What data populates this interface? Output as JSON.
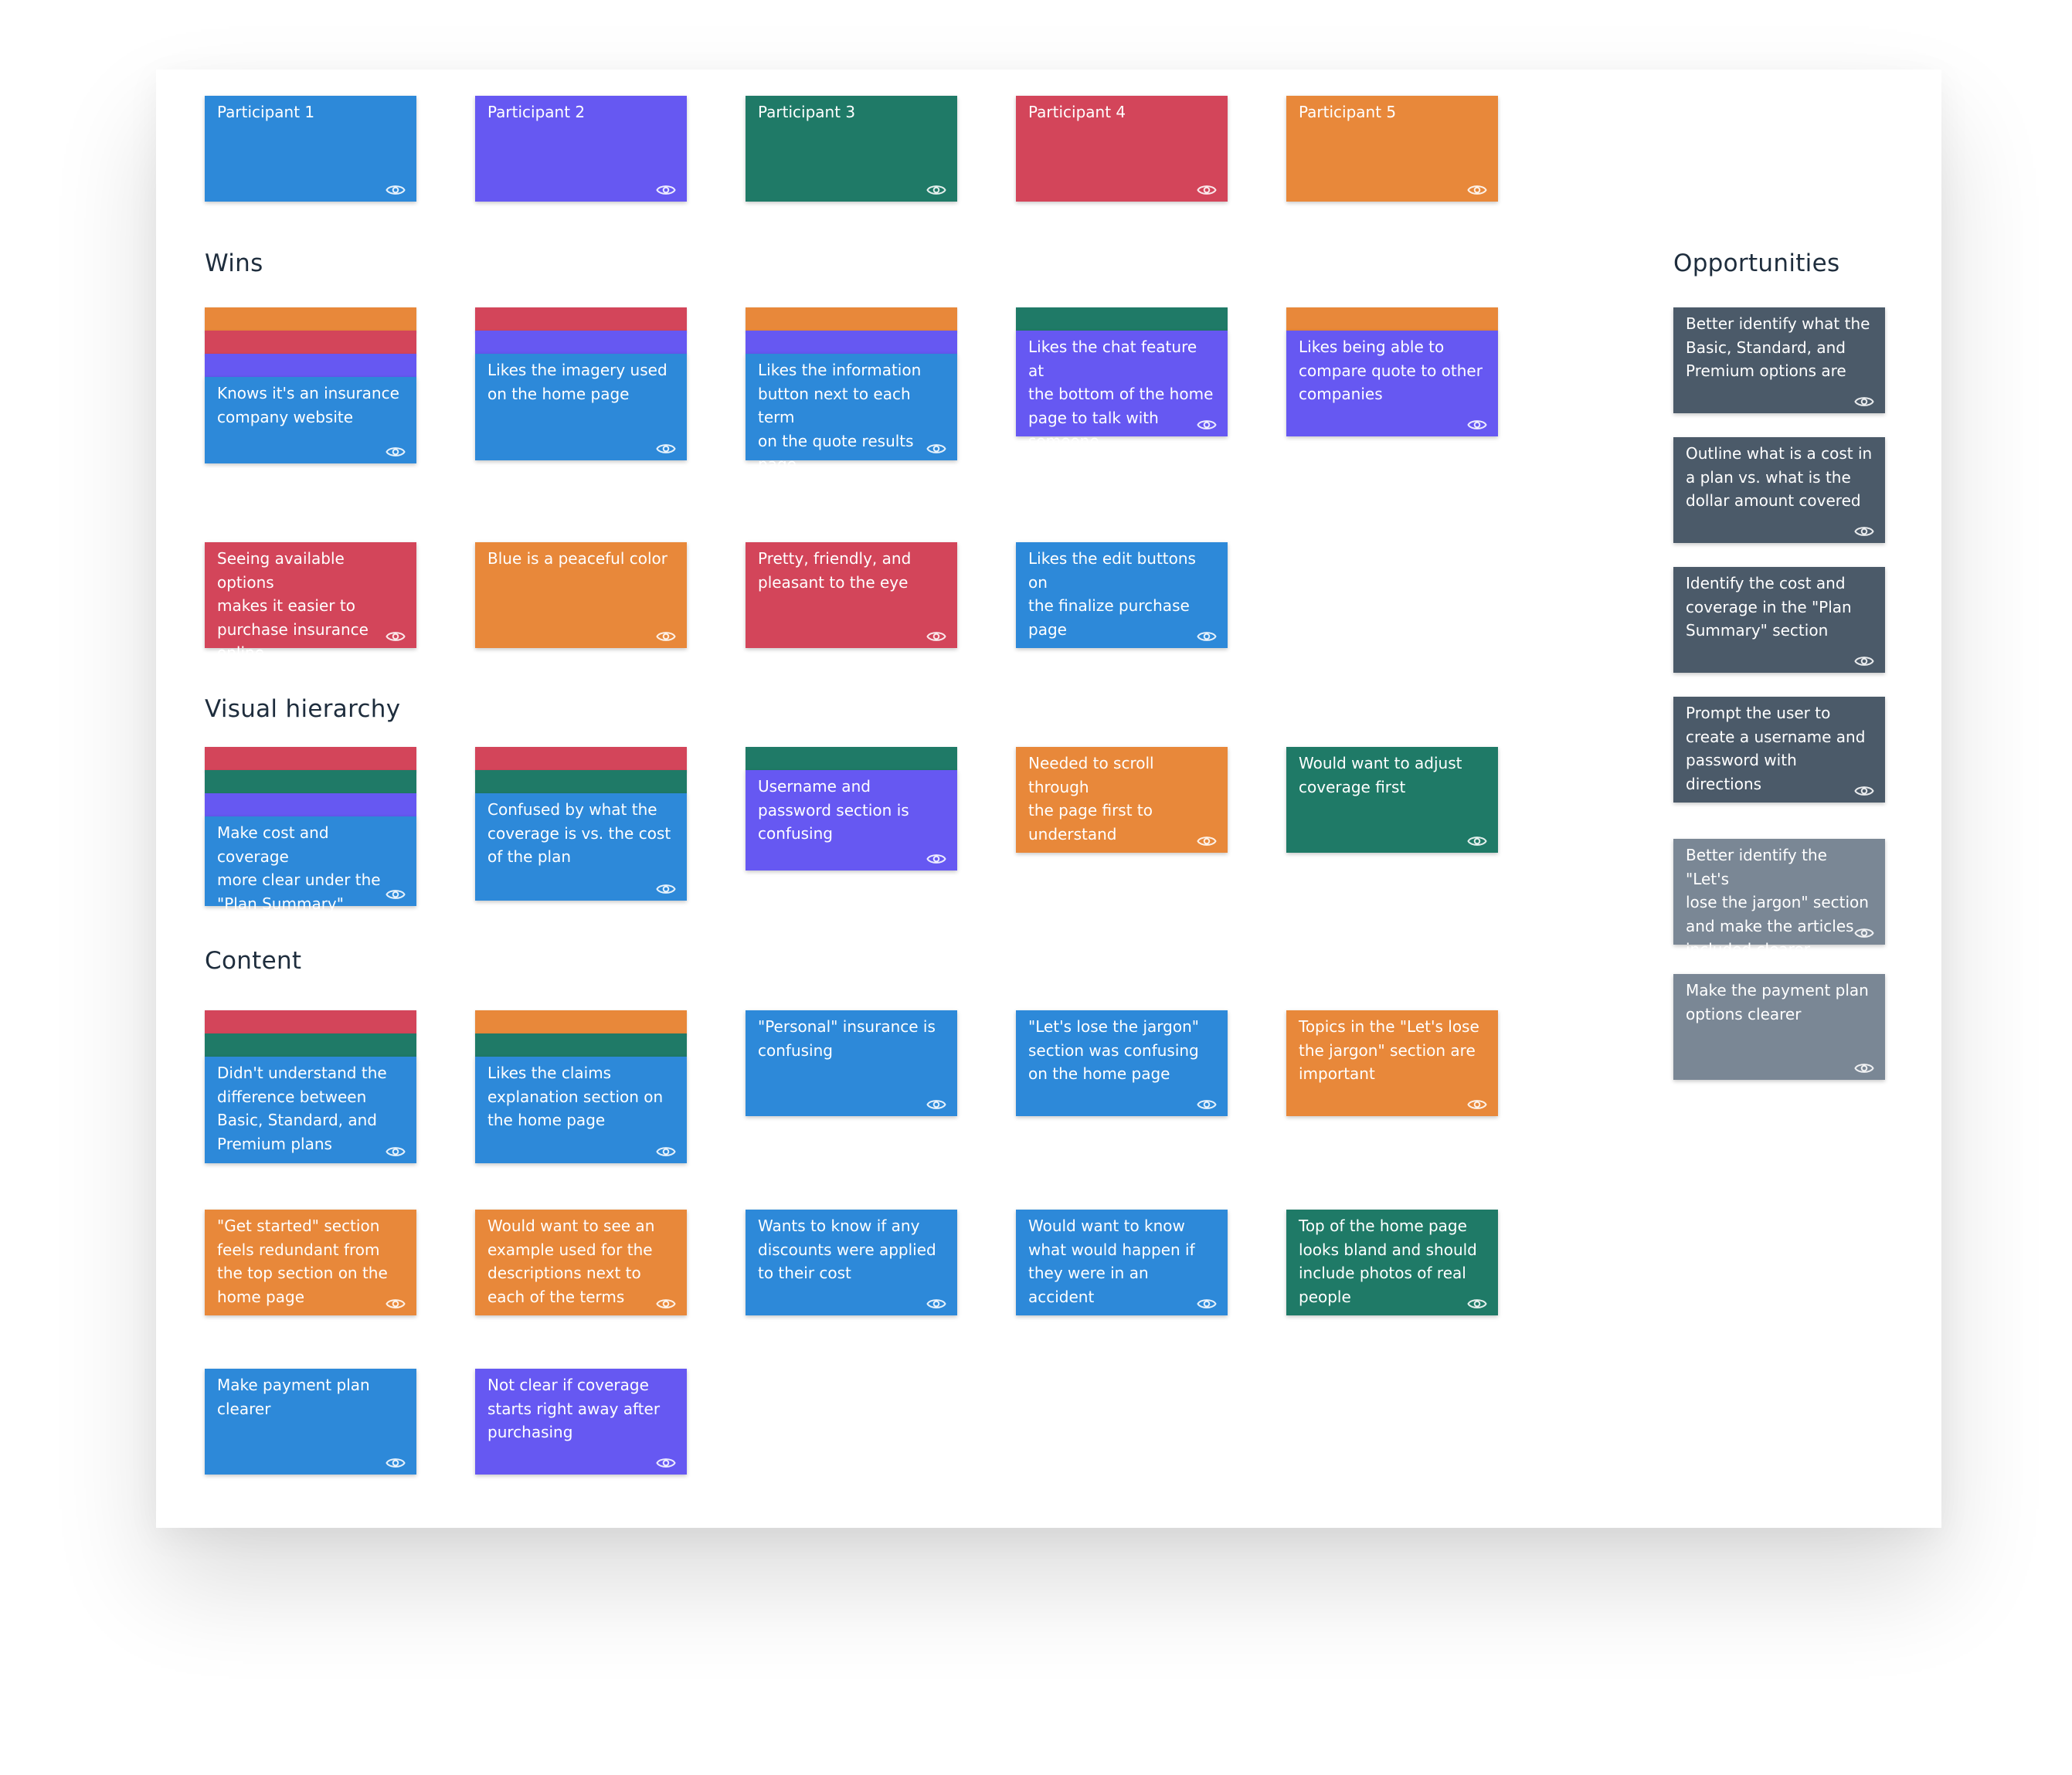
{
  "colors": {
    "blue": "#2d89d9",
    "purple": "#6658f2",
    "green": "#1f7a67",
    "red": "#d3455a",
    "orange": "#e8883a",
    "slate": "#4b5a69",
    "gray": "#7a8795",
    "heading": "#1e2d3d"
  },
  "participants": [
    {
      "label": "Participant 1",
      "color": "blue"
    },
    {
      "label": "Participant 2",
      "color": "purple"
    },
    {
      "label": "Participant 3",
      "color": "green"
    },
    {
      "label": "Participant 4",
      "color": "red"
    },
    {
      "label": "Participant 5",
      "color": "orange"
    }
  ],
  "sections": {
    "wins": {
      "title": "Wins",
      "cards": [
        {
          "text": "Knows it's an insurance\ncompany website",
          "color": "blue",
          "stack": [
            "orange",
            "red",
            "purple"
          ]
        },
        {
          "text": "Likes the imagery used\non the home page",
          "color": "blue",
          "stack": [
            "red",
            "purple"
          ]
        },
        {
          "text": "Likes the information\nbutton next to each term\non the quote results\npage",
          "color": "blue",
          "stack": [
            "orange",
            "purple"
          ]
        },
        {
          "text": "Likes the chat feature at\nthe bottom of the home\npage to talk with\nsomeone",
          "color": "purple",
          "stack": [
            "green"
          ]
        },
        {
          "text": "Likes being able to\ncompare quote to other\ncompanies",
          "color": "purple",
          "stack": [
            "orange"
          ]
        },
        {
          "text": "Seeing available options\nmakes it easier to\npurchase insurance\nonline",
          "color": "red",
          "stack": []
        },
        {
          "text": "Blue is a peaceful color",
          "color": "orange",
          "stack": []
        },
        {
          "text": "Pretty, friendly, and\npleasant to the eye",
          "color": "red",
          "stack": []
        },
        {
          "text": "Likes the edit buttons on\nthe finalize purchase\npage",
          "color": "blue",
          "stack": []
        }
      ]
    },
    "visual_hierarchy": {
      "title": "Visual hierarchy",
      "cards": [
        {
          "text": "Make cost and coverage\nmore clear under the\n\"Plan Summary\" section",
          "color": "blue",
          "stack": [
            "red",
            "green",
            "purple"
          ]
        },
        {
          "text": "Confused by what the\ncoverage is vs. the cost\nof the plan",
          "color": "blue",
          "stack": [
            "red",
            "green"
          ]
        },
        {
          "text": "Username and\npassword section is\nconfusing",
          "color": "purple",
          "stack": [
            "green"
          ]
        },
        {
          "text": "Needed to scroll through\nthe page first to\nunderstand",
          "color": "orange",
          "stack": []
        },
        {
          "text": "Would want to adjust\ncoverage first",
          "color": "green",
          "stack": []
        }
      ]
    },
    "content": {
      "title": "Content",
      "cards": [
        {
          "text": "Didn't understand the\ndifference between\nBasic, Standard, and\nPremium plans",
          "color": "blue",
          "stack": [
            "red",
            "green"
          ]
        },
        {
          "text": "Likes the claims\nexplanation section on\nthe home page",
          "color": "blue",
          "stack": [
            "orange",
            "green"
          ]
        },
        {
          "text": "\"Personal\" insurance is\nconfusing",
          "color": "blue",
          "stack": []
        },
        {
          "text": "\"Let's lose the jargon\"\nsection was confusing\non the home page",
          "color": "blue",
          "stack": []
        },
        {
          "text": "Topics in the \"Let's lose\nthe jargon\" section are\nimportant",
          "color": "orange",
          "stack": []
        },
        {
          "text": "\"Get started\" section\nfeels redundant from\nthe top section on the\nhome page",
          "color": "orange",
          "stack": []
        },
        {
          "text": "Would want to see an\nexample used for the\ndescriptions next to\neach of the terms",
          "color": "orange",
          "stack": []
        },
        {
          "text": "Wants to know if any\ndiscounts were applied\nto their cost",
          "color": "blue",
          "stack": []
        },
        {
          "text": "Would want to know\nwhat would happen if\nthey were in an accident",
          "color": "blue",
          "stack": []
        },
        {
          "text": "Top of the home page\nlooks bland and should\ninclude photos of real\npeople",
          "color": "green",
          "stack": []
        },
        {
          "text": "Make payment plan\nclearer",
          "color": "blue",
          "stack": []
        },
        {
          "text": "Not clear if coverage\nstarts right away after\npurchasing",
          "color": "purple",
          "stack": []
        }
      ]
    },
    "opportunities": {
      "title": "Opportunities",
      "cards": [
        {
          "text": "Better identify what the\nBasic, Standard, and\nPremium options are",
          "color": "slate",
          "stack": []
        },
        {
          "text": "Outline what is a cost in\na plan vs. what is the\ndollar amount covered",
          "color": "slate",
          "stack": []
        },
        {
          "text": "Identify the cost and\ncoverage in the \"Plan\nSummary\" section",
          "color": "slate",
          "stack": []
        },
        {
          "text": "Prompt the user to\ncreate a username and\npassword with\ndirections",
          "color": "slate",
          "stack": []
        },
        {
          "text": "Better identify the \"Let's\nlose the jargon\" section\nand make the articles\nincluded clearer",
          "color": "gray",
          "stack": []
        },
        {
          "text": "Make the payment plan\noptions clearer",
          "color": "gray",
          "stack": []
        }
      ]
    }
  }
}
